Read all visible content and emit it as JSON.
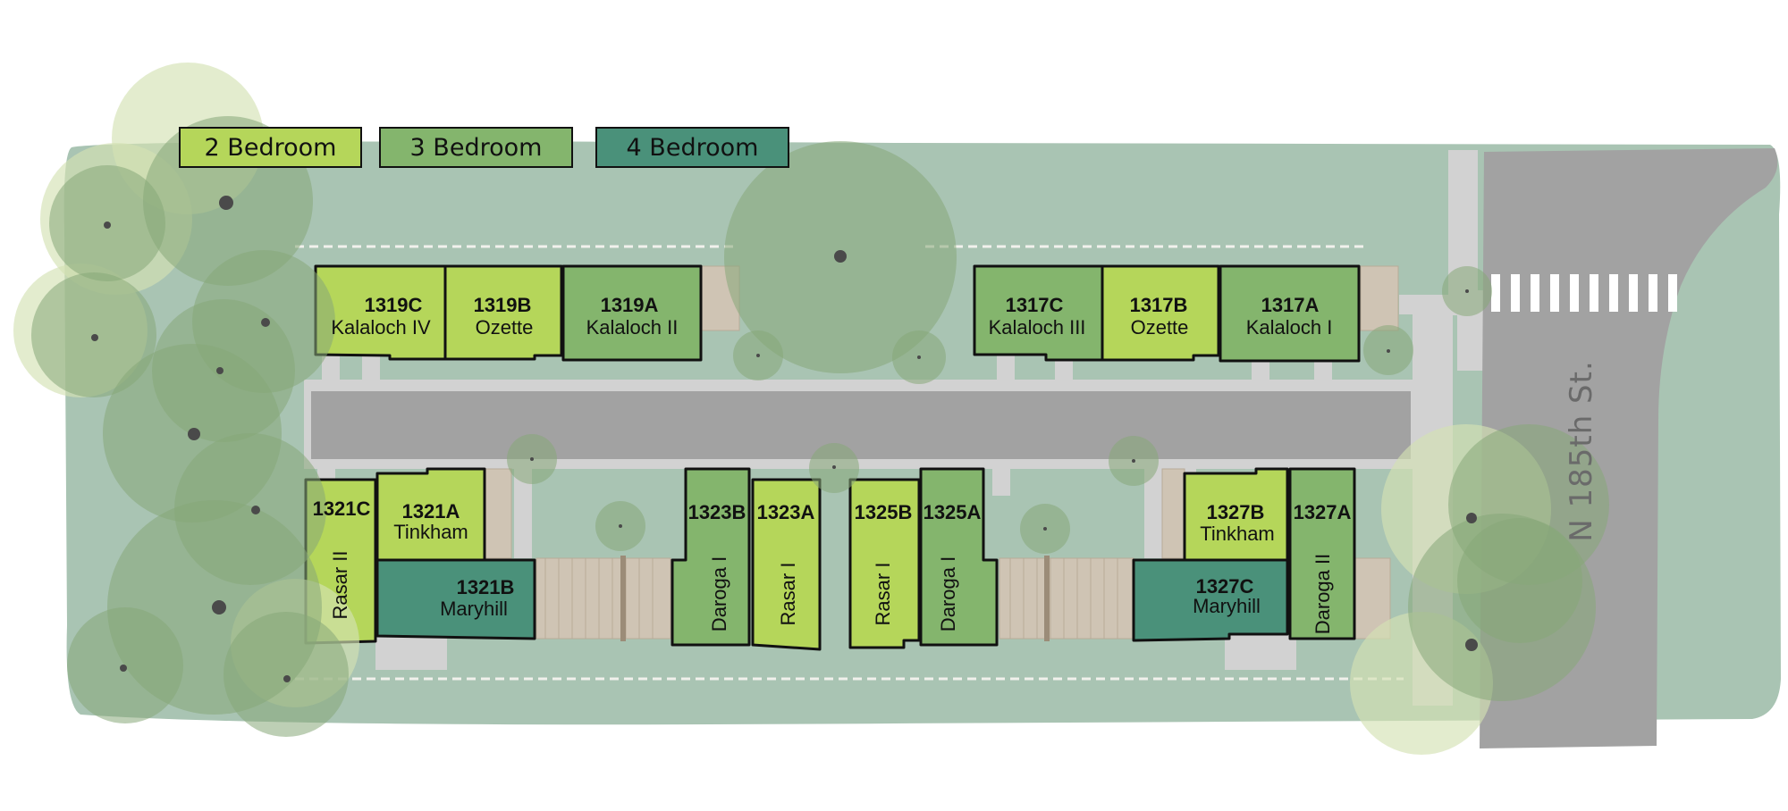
{
  "legend": {
    "items": [
      {
        "label": "2 Bedroom",
        "color": "#b5d65a"
      },
      {
        "label": "3 Bedroom",
        "color": "#84b56d"
      },
      {
        "label": "4 Bedroom",
        "color": "#4a917a"
      }
    ]
  },
  "street": {
    "label": "N 185th St."
  },
  "colors": {
    "lawn": "#a9c4b3",
    "paving": "#d2d2d2",
    "road": "#a2a2a2",
    "deck": "#cfc4b4",
    "two_bedroom": "#b5d65a",
    "three_bedroom": "#84b56d",
    "four_bedroom": "#4a917a"
  },
  "units": [
    {
      "id": "u1319C",
      "number": "1319C",
      "name": "Kalaloch IV",
      "bedrooms": 2
    },
    {
      "id": "u1319B",
      "number": "1319B",
      "name": "Ozette",
      "bedrooms": 2
    },
    {
      "id": "u1319A",
      "number": "1319A",
      "name": "Kalaloch II",
      "bedrooms": 3
    },
    {
      "id": "u1317C",
      "number": "1317C",
      "name": "Kalaloch III",
      "bedrooms": 3
    },
    {
      "id": "u1317B",
      "number": "1317B",
      "name": "Ozette",
      "bedrooms": 2
    },
    {
      "id": "u1317A",
      "number": "1317A",
      "name": "Kalaloch I",
      "bedrooms": 3
    },
    {
      "id": "u1321C",
      "number": "1321C",
      "name": "Rasar II",
      "bedrooms": 2
    },
    {
      "id": "u1321A",
      "number": "1321A",
      "name": "Tinkham",
      "bedrooms": 2
    },
    {
      "id": "u1321B",
      "number": "1321B",
      "name": "Maryhill",
      "bedrooms": 4
    },
    {
      "id": "u1323B",
      "number": "1323B",
      "name": "Daroga I",
      "bedrooms": 3
    },
    {
      "id": "u1323A",
      "number": "1323A",
      "name": "Rasar I",
      "bedrooms": 2
    },
    {
      "id": "u1325B",
      "number": "1325B",
      "name": "Rasar I",
      "bedrooms": 2
    },
    {
      "id": "u1325A",
      "number": "1325A",
      "name": "Daroga I",
      "bedrooms": 3
    },
    {
      "id": "u1327B",
      "number": "1327B",
      "name": "Tinkham",
      "bedrooms": 2
    },
    {
      "id": "u1327A",
      "number": "1327A",
      "name": "Daroga II",
      "bedrooms": 3
    },
    {
      "id": "u1327C",
      "number": "1327C",
      "name": "Maryhill",
      "bedrooms": 4
    }
  ]
}
